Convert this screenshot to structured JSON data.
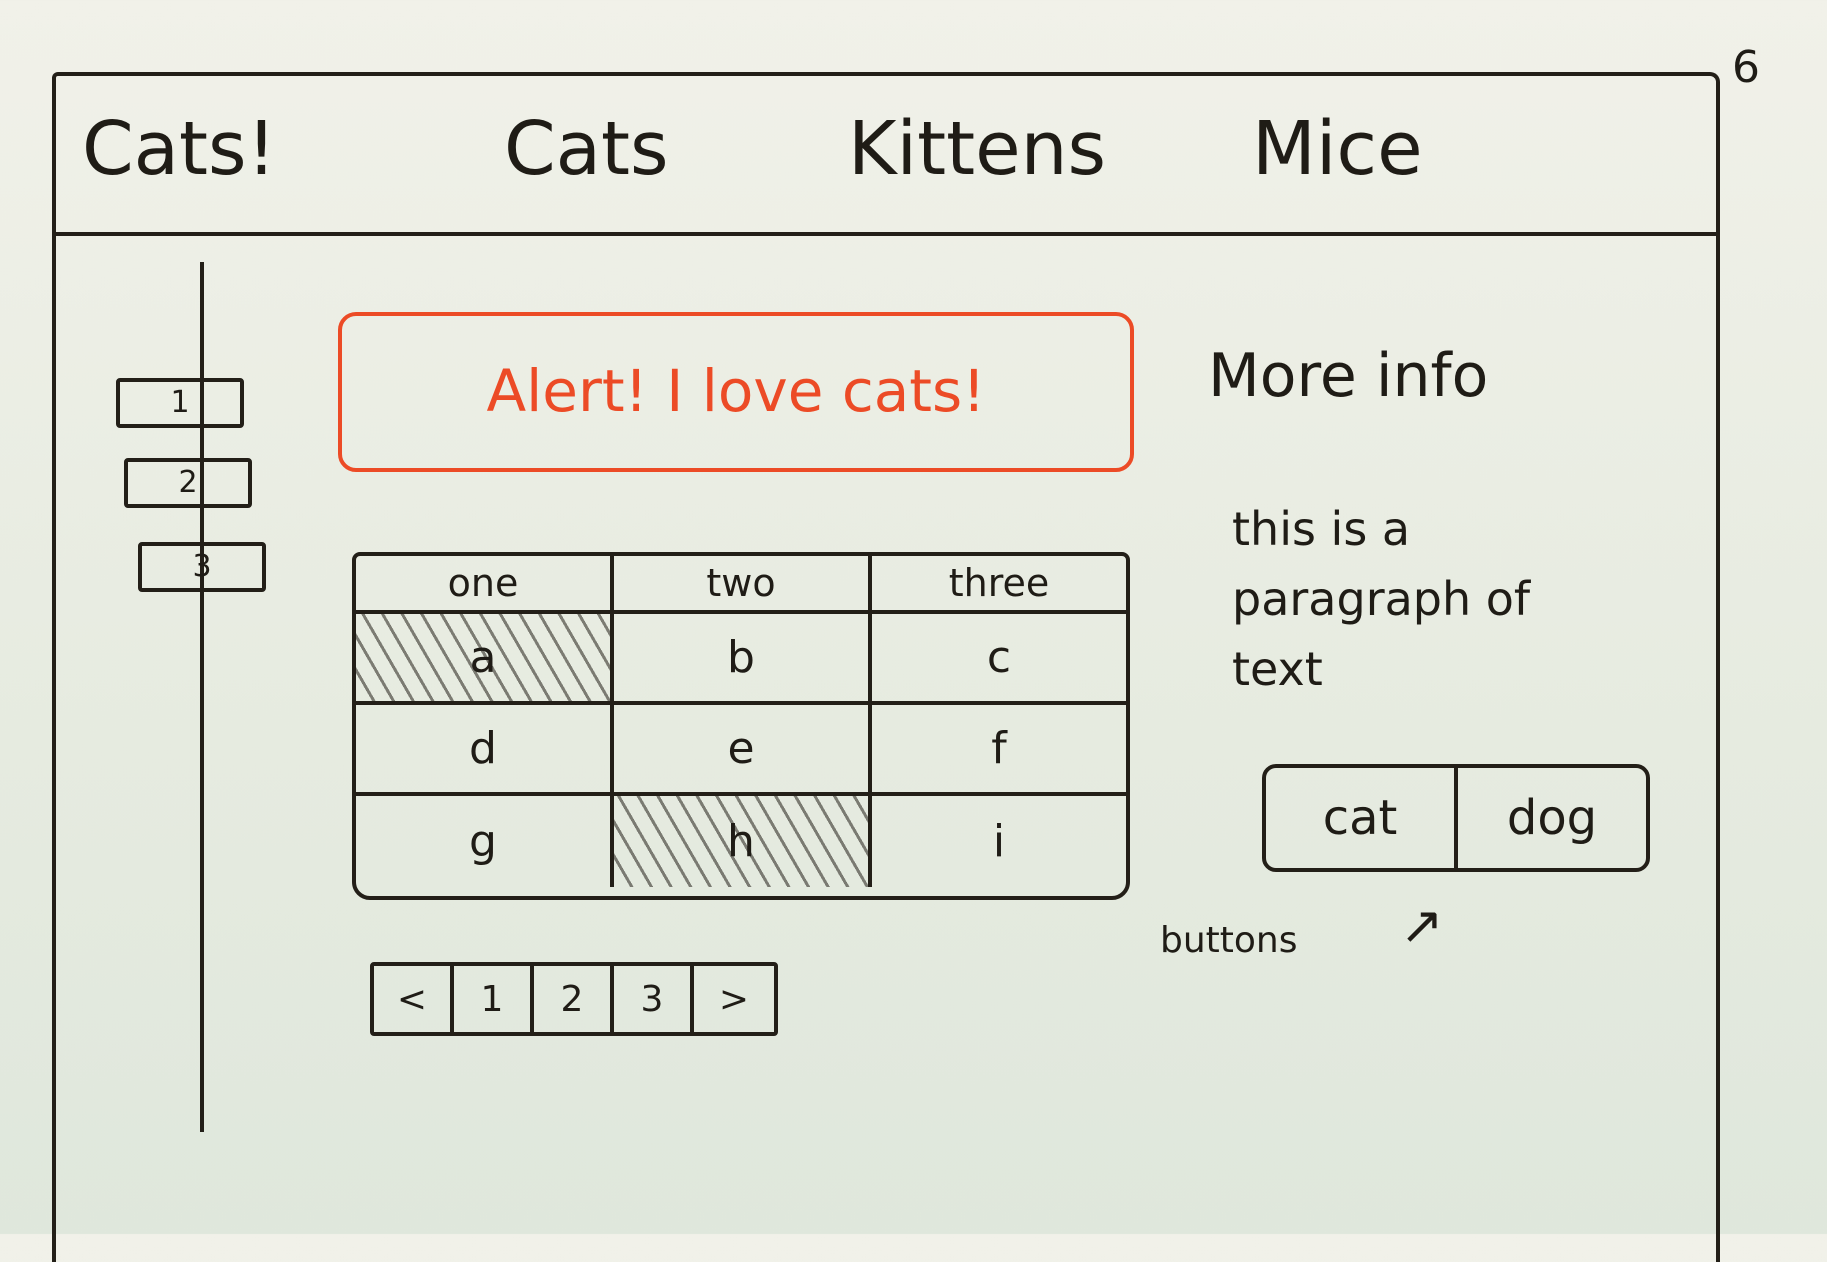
{
  "page_number": "6",
  "navbar": {
    "brand": "Cats!",
    "links": [
      "Cats",
      "Kittens",
      "Mice"
    ]
  },
  "sidebar": {
    "tabs": [
      "1",
      "2",
      "3"
    ]
  },
  "alert": {
    "text": "Alert! I love cats!",
    "color": "#ec4b26"
  },
  "table": {
    "headers": [
      "one",
      "two",
      "three"
    ],
    "rows": [
      [
        "a",
        "b",
        "c"
      ],
      [
        "d",
        "e",
        "f"
      ],
      [
        "g",
        "h",
        "i"
      ]
    ]
  },
  "pagination": {
    "items": [
      "<",
      "1",
      "2",
      "3",
      ">"
    ]
  },
  "info": {
    "title": "More info",
    "paragraph": "this is a paragraph of text"
  },
  "buttons": {
    "labels": [
      "cat",
      "dog"
    ],
    "annotation": "buttons",
    "annotation_arrow": "↗"
  }
}
